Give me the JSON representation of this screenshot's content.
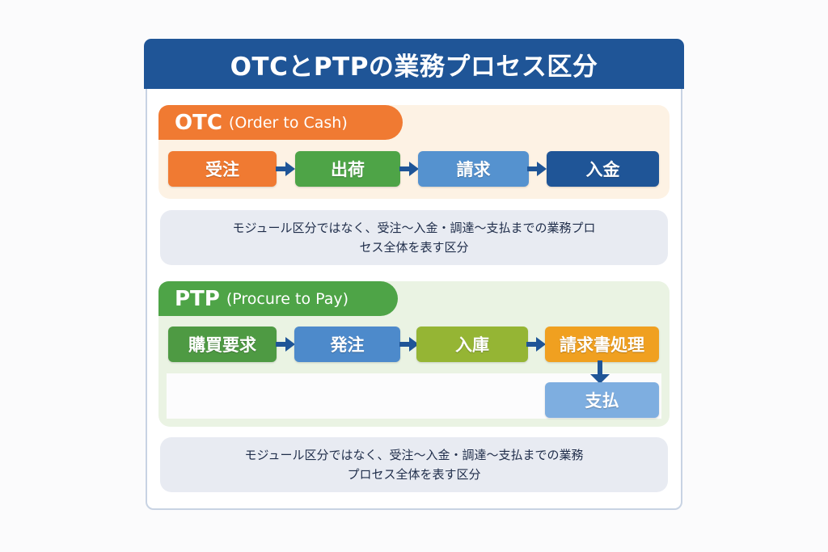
{
  "title": "OTCとPTPの業務プロセス区分",
  "colors": {
    "title_bg": "#1f5597",
    "otc_accent": "#f07a32",
    "ptp_accent": "#4ea447",
    "arrow": "#1f5597"
  },
  "otc": {
    "abbr": "OTC",
    "full": "(Order to Cash)",
    "steps": [
      {
        "label": "受注",
        "color": "#f07a32"
      },
      {
        "label": "出荷",
        "color": "#4ea447"
      },
      {
        "label": "請求",
        "color": "#5592cf"
      },
      {
        "label": "入金",
        "color": "#1f5597"
      }
    ],
    "description": {
      "line1": "モジュール区分ではなく、受注〜入金・調達〜支払までの業務プロ",
      "line2": "セス全体を表す区分"
    }
  },
  "ptp": {
    "abbr": "PTP",
    "full": "(Procure to Pay)",
    "steps": [
      {
        "label": "購買要求",
        "color": "#4e9a43"
      },
      {
        "label": "発注",
        "color": "#4d8acb"
      },
      {
        "label": "入庫",
        "color": "#95b534"
      },
      {
        "label": "請求書処理",
        "color": "#f0a020"
      },
      {
        "label": "支払",
        "color": "#7eaee0"
      }
    ],
    "description": {
      "line1": "モジュール区分ではなく、受注〜入金・調達〜支払までの業務",
      "line2": "プロセス全体を表す区分"
    }
  }
}
